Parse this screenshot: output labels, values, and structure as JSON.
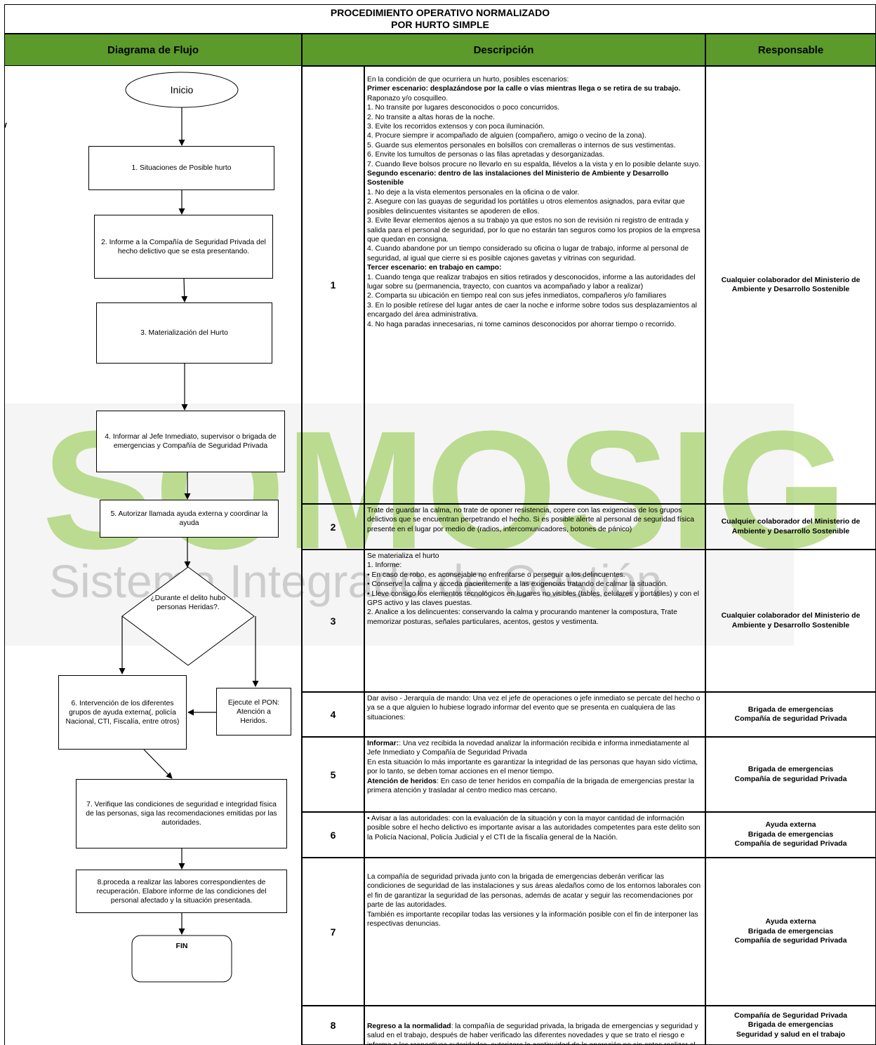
{
  "title": {
    "line1": "PROCEDIMIENTO OPERATIVO NORMALIZADO",
    "line2": "POR HURTO SIMPLE"
  },
  "columns": {
    "flow": "Diagrama de Flujo",
    "desc": "Descripción",
    "resp": "Responsable"
  },
  "colors": {
    "header_green": "#5b9a2b",
    "watermark_green": "#8cc63f"
  },
  "watermark": {
    "word": "SOMOSIG",
    "subtitle": "Sistema Integrado de Gestión"
  },
  "flow": {
    "start": "Inicio",
    "s1": "1. Situaciones de Posible hurto",
    "s2": "2. Informe a la Compañía de Seguridad Privada del hecho delictivo que se esta presentando.",
    "s3": "3. Materialización del Hurto",
    "s4": "4. Informar al Jefe Inmediato, supervisor o brigada de emergencias y Compañía de Seguridad Privada",
    "s5": "5. Autorizar llamada ayuda externa y coordinar la ayuda",
    "decision": "¿Durante el delito hubo personas Heridas?.",
    "s6": "6. Intervención de los diferentes grupos de ayuda externa(, policía Nacional, CTI, Fiscalía, entre otros)",
    "pon": "Ejecute el PON: Atención a Heridos.",
    "s7": "7. Verifique las condiciones de seguridad e integridad física de las personas, siga las recomendaciones emitidas por las autoridades.",
    "s8": "8.proceda a realizar las labores correspondientes de recuperación. Elabore informe de las condiciones del personal afectado y la situación presentada.",
    "end": "FIN"
  },
  "rows": [
    {
      "num": "1",
      "resp": [
        "Cualquier colaborador del Ministerio de Ambiente y Desarrollo Sostenible"
      ],
      "lines": [
        {
          "t": "En la condición de que ocurriera un hurto, posibles escenarios:",
          "b": false
        },
        {
          "t": " ",
          "b": false
        },
        {
          "t": "Primer escenario: desplazándose por la calle o vías mientras llega o se retira de su trabajo.",
          "b": true
        },
        {
          "t": "Raponazo y/o cosquilleo.",
          "b": false
        },
        {
          "t": "1. No transite por lugares desconocidos o poco concurridos.",
          "b": false
        },
        {
          "t": "2. No transite a altas horas de la noche.",
          "b": false
        },
        {
          "t": "3. Evite los recorridos extensos y con poca iluminación.",
          "b": false
        },
        {
          "t": "4. Procure siempre ir acompañado de alguien (compañero, amigo o vecino de la zona).",
          "b": false
        },
        {
          "t": "5. Guarde sus elementos personales en bolsillos con cremalleras o internos de sus vestimentas.",
          "b": false
        },
        {
          "t": "6. Envite los tumultos de personas o las filas apretadas y desorganizadas.",
          "b": false
        },
        {
          "t": "7. Cuando lleve bolsos procure no llevarlo en su espalda, llévelos a la vista y en lo posible delante suyo.",
          "b": false
        },
        {
          "t": "Segundo escenario: dentro de las instalaciones del Ministerio de Ambiente y Desarrollo Sostenible",
          "b": true
        },
        {
          "t": "1. No deje a la vista elementos personales en la oficina o de valor.",
          "b": false
        },
        {
          "t": "2. Asegure con las guayas de seguridad los portátiles u otros elementos asignados, para evitar que posibles delincuentes visitantes se apoderen de ellos.",
          "b": false
        },
        {
          "t": "3. Evite llevar elementos ajenos a su trabajo ya que estos no son de revisión ni registro de entrada y salida para el personal de seguridad, por lo que no estarán tan seguros como los propios de la empresa que quedan en consigna.",
          "b": false
        },
        {
          "t": "4. Cuando abandone por un tiempo considerado su oficina o lugar de trabajo, informe al personal de seguridad, al igual que cierre si es posible cajones gavetas y vitrinas con seguridad.",
          "b": false
        },
        {
          "t": "Tercer escenario: en trabajo en campo:",
          "b": true
        },
        {
          "t": "1. Cuando tenga que realizar trabajos en sitios retirados y desconocidos, informe a las autoridades del lugar sobre su (permanencia, trayecto, con cuantos va acompañado y labor a realizar)",
          "b": false
        },
        {
          "t": "2. Comparta su ubicación en tiempo real con sus jefes inmediatos, compañeros y/o familiares",
          "b": false
        },
        {
          "t": "3. En lo posible retírese del lugar antes de caer la noche e informe sobre todos sus desplazamientos al encargado del área administrativa.",
          "b": false
        },
        {
          "t": "4. No haga paradas innecesarias, ni tome caminos desconocidos por ahorrar tiempo o recorrido.",
          "b": false
        }
      ]
    },
    {
      "num": "2",
      "resp": [
        "Cualquier colaborador del Ministerio de Ambiente y Desarrollo Sostenible"
      ],
      "lines": [
        {
          "t": "Trate de guardar la calma, no trate de oponer resistencia, copere con las exigencias de los grupos delictivos que se encuentran perpetrando el hecho. Si es posible alerte al personal de seguridad física presente en el lugar por medio de (radios, intercomunicadores, botones de pánico)",
          "b": false
        }
      ]
    },
    {
      "num": "3",
      "resp": [
        "Cualquier colaborador del Ministerio de Ambiente y Desarrollo Sostenible"
      ],
      "lines": [
        {
          "t": "Se materializa el hurto",
          "b": false
        },
        {
          "t": " ",
          "b": false
        },
        {
          "t": "1. Informe:",
          "b": false
        },
        {
          "t": "• En caso de robo, es aconsejable no enfrentarse o perseguir a los delincuentes.",
          "b": false
        },
        {
          "t": "• Conserve la calma y acceda pacientemente a las exigencias tratando de calmar la situación.",
          "b": false
        },
        {
          "t": "• Lleve consigo los elementos tecnológicos en lugares no visibles (tables, celulares y portátiles) y con el GPS activo y las claves puestas.",
          "b": false
        },
        {
          "t": " ",
          "b": false
        },
        {
          "t": "2. Analice a los delincuentes: conservando la calma y procurando mantener la compostura, Trate memorizar posturas, señales particulares, acentos, gestos y vestimenta.",
          "b": false
        }
      ]
    },
    {
      "num": "4",
      "resp": [
        "Brigada de emergencias",
        "Compañía de seguridad Privada"
      ],
      "lines": [
        {
          "t": "Dar aviso - Jerarquía de mando: Una vez el jefe de operaciones o jefe inmediato se percate del hecho o ya se a que alguien lo hubiese logrado informar del evento que se presenta en cualquiera de las situaciones:",
          "b": false
        }
      ]
    },
    {
      "num": "5",
      "resp": [
        "Brigada de emergencias",
        "Compañía de seguridad Privada"
      ],
      "lines": [
        {
          "t": "Informar:",
          "b": true,
          "rest": ": Una vez recibida la novedad analizar la información recibida e informa inmediatamente al Jefe Inmediato y Compañía de Seguridad Privada"
        },
        {
          "t": "En esta situación lo más importante es garantizar la integridad de las personas que hayan sido víctima, por lo tanto, se deben tomar acciones en el menor tiempo.",
          "b": false
        },
        {
          "t": "Atención de heridos",
          "b": true,
          "rest": ": En caso de tener heridos en compañía de la brigada de emergencias prestar la primera atención y trasladar al centro medico mas cercano."
        }
      ]
    },
    {
      "num": "6",
      "resp": [
        "Ayuda externa",
        "Brigada de emergencias",
        "Compañía de seguridad Privada"
      ],
      "lines": [
        {
          "t": "• Avisar a las autoridades: con la evaluación de la situación y con la mayor cantidad de información posible sobre el hecho delictivo es importante avisar a las autoridades competentes para este delito son la Policía Nacional, Policía Judicial y el CTI de la fiscalía general de la Nación.",
          "b": false
        }
      ]
    },
    {
      "num": "7",
      "resp": [
        "Ayuda externa",
        "Brigada de emergencias",
        "Compañía de seguridad Privada"
      ],
      "lines": [
        {
          "t": "La compañía de seguridad privada junto con la brigada de emergencias deberán verificar las condiciones de seguridad de las instalaciones y sus áreas aledaños como de los entornos laborales con el fin de garantizar la seguridad de las personas, además de acatar y seguir las recomendaciones por parte de las autoridades.",
          "b": false
        },
        {
          "t": "También es importante recopilar todas las versiones y la información posible con el fin de interponer las respectivas denuncias.",
          "b": false
        }
      ]
    },
    {
      "num": "8",
      "resp": [
        "Compañía de Seguridad Privada",
        "Brigada de emergencias",
        "Seguridad y salud en el trabajo"
      ],
      "lines": [
        {
          "t": "Regreso a la normalidad",
          "b": true,
          "rest": ": la compañía de seguridad privada, la brigada de emergencias y seguridad y salud en el trabajo, después de haber verificado las diferentes novedades y que se trato el riesgo e informo a las respectivas autoridades. autorizara la continuidad de la operación no sin antes realizar el respectivo informe donde se contará los detalles del evento y se analizaran todos los sucesos, con el fin de poder generar conciencia y poder prepararse frente a una posible emergencia futura permitiendo minimizar el riesgo de pérdidas económicas y humanas."
        }
      ]
    }
  ]
}
